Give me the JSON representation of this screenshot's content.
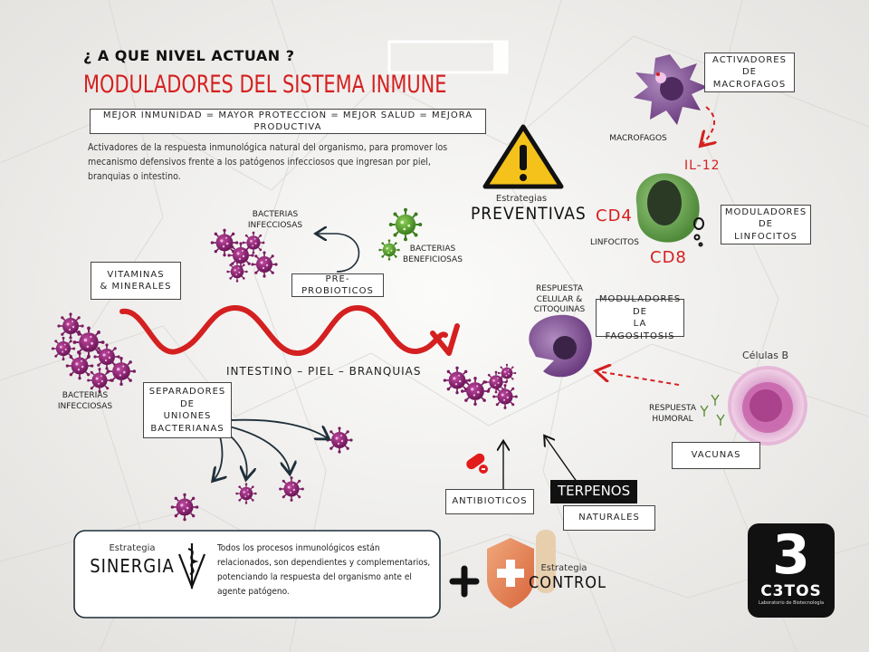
{
  "header": {
    "question": "¿ A QUE NIVEL ACTUAN ?",
    "title": "MODULADORES DEL SISTEMA INMUNE",
    "motto": "MEJOR INMUNIDAD = MAYOR PROTECCION = MEJOR SALUD = MEJORA PRODUCTIVA",
    "intro": "Activadores de la respuesta inmunológica natural del organismo, para promover los mecanismo defensivos frente a los patógenos infecciosos que ingresan por piel, branquias o intestino."
  },
  "preventive": {
    "small": "Estrategias",
    "big": "PREVENTIVAS"
  },
  "labels": {
    "bacterias_infecciosas_top": "BACTERIAS\nINFECCIOSAS",
    "bacterias_beneficiosas": "BACTERIAS\nBENEFICIOSAS",
    "bacterias_infecciosas_left": "BACTERIAS\nINFECCIOSAS",
    "intestino": "INTESTINO – PIEL – BRANQUIAS",
    "macrofagos": "MACROFAGOS",
    "il12": "IL-12",
    "cd4": "CD4",
    "cd8": "CD8",
    "linfocitos": "LINFOCITOS",
    "respuesta_celular": "RESPUESTA\nCELULAR &\nCITOQUINAS",
    "celulas_b": "Células B",
    "respuesta_humoral": "RESPUESTA\nHUMORAL",
    "terpenos": "TERPENOS"
  },
  "boxes": {
    "pre_probioticos": "PRE-PROBIOTICOS",
    "vitaminas": "VITAMINAS\n& MINERALES",
    "separadores": "SEPARADORES DE\nUNIONES\nBACTERIANAS",
    "activadores": "ACTIVADORES DE\nMACROFAGOS",
    "mod_linfocitos": "MODULADORES DE\nLINFOCITOS",
    "mod_fagositosis": "MODULADORES DE\nLA FAGOSITOSIS",
    "vacunas": "VACUNAS",
    "antibioticos": "ANTIBIOTICOS",
    "naturales": "NATURALES"
  },
  "synergy": {
    "small": "Estrategia",
    "big": "SINERGIA",
    "text": "Todos los procesos inmunológicos están relacionados, son dependientes y complementarios, potenciando la respuesta del organismo ante el agente patógeno."
  },
  "control": {
    "small": "Estrategia",
    "big": "CONTROL"
  },
  "logo": {
    "mark": "3",
    "name": "C3TOS",
    "sub": "Laboratorio de Biotecnología"
  },
  "colors": {
    "accent_red": "#d42020",
    "virus_purple": "#8a1e6e",
    "virus_green": "#4d9a2a",
    "warning_yellow": "#f4c21b",
    "macrophage_purple": "#7b4a8c",
    "lymphocyte_green": "#5d9a4a",
    "bcell_pink": "#d88cc8"
  }
}
